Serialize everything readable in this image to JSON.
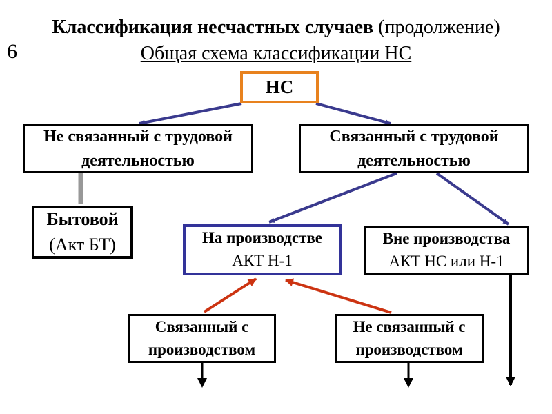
{
  "page": {
    "number": "6"
  },
  "header": {
    "title_main": "Классификация несчастных случаев",
    "title_suffix": " (продолжение)",
    "subtitle": "Общая схема классификации НС"
  },
  "colors": {
    "ns_box_border": "#E8821E",
    "connector_blue": "#3A3A8E",
    "arrow_red": "#CC3311",
    "connector_gray": "#989898",
    "arrow_black": "#000000",
    "box_border": "#000000",
    "at_production_border": "#333399"
  },
  "diagram": {
    "nodes": {
      "ns": {
        "label": "НС"
      },
      "not_work_related": {
        "line1": "Не связанный с трудовой",
        "line2": "деятельностью"
      },
      "work_related": {
        "line1": "Связанный с трудовой",
        "line2": "деятельностью"
      },
      "domestic": {
        "line1": "Бытовой",
        "line2": "(Акт БТ)"
      },
      "at_production": {
        "line1": "На производстве",
        "line2": "АКТ Н-1"
      },
      "outside_production": {
        "line1": "Вне производства",
        "line2": "АКТ НС или Н-1"
      },
      "production_related": {
        "line1": "Связанный с",
        "line2": "производством"
      },
      "not_production_related": {
        "line1": "Не связанный с",
        "line2": "производством"
      }
    }
  }
}
